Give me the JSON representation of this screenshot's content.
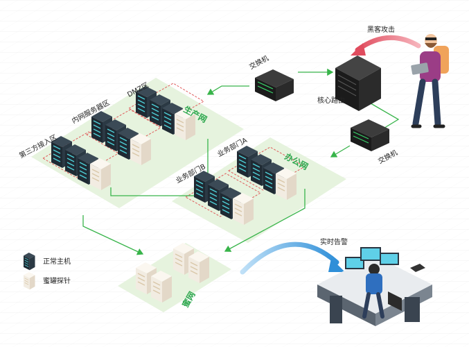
{
  "labels": {
    "hacker_attack": "黑客攻击",
    "core_router": "核心路由",
    "switch_top": "交换机",
    "switch_right": "交换机",
    "dmz": "DMZ区",
    "intranet_server": "内网服务器区",
    "third_party": "第三方接入区",
    "production_net": "生产网",
    "office_net": "办公网",
    "dept_a": "业务部门A",
    "dept_b": "业务部门B",
    "honeypot_net": "蜜网",
    "realtime_alert": "实时告警"
  },
  "legend": {
    "normal_host": "正常主机",
    "honeypot_probe": "蜜罐探针"
  },
  "colors": {
    "zone_fill": "#e6f3de",
    "zone_dash": "#e05a5a",
    "link": "#38b44a",
    "server_dark": "#1f2a33",
    "server_light": "#f2ece2",
    "attack_arrow": "#e04c5e",
    "alert_arrow": "#2f8fd8"
  }
}
